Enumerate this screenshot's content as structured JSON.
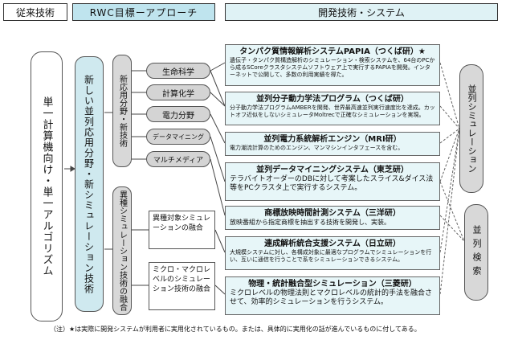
{
  "headers": {
    "conventional": "従来技術",
    "rwc": "RWC目標ーアプローチ",
    "dev": "開発技術・システム"
  },
  "conventional_box": "単一計算機向け・単一アルゴリズム",
  "rwc_main": "新しい並列応用分野・新シミュレーション技術",
  "new_field_group": "新応用分野・新技術",
  "new_fields": [
    "生命科学",
    "計算化学",
    "電力分野",
    "データマイニング",
    "マルチメディア"
  ],
  "fusion_group": "異種シミュレーション技術の融合",
  "fusion_items": [
    "異種対象シミュレーションの融合",
    "ミクロ・マクロレベルのシミュレーション技術の融合"
  ],
  "systems": [
    {
      "title": "タンパク質情報解析システムPAPIA（つくば研）",
      "star": "★",
      "desc": "遺伝子・タンパク質構造解析のシミュレーション・検索システムを、64台のPCから成るSCoreクラスタシステムソフトウェア上で実行するPAPIAを開発。インターネットで公開して、多数の利用実績を得た。"
    },
    {
      "title": "並列分子動力学法プログラム（つくば研）",
      "star": "",
      "desc": "分子動力学法プログラムAMBERを開発、世界最高速並列実行速度比を達成。カットオフ近似をしないシミュレータMoltrecで正確なシミュレーションを実現。"
    },
    {
      "title": "並列電力系統解析エンジン（MRI研）",
      "star": "",
      "desc": "電力潮流計算のためのエンジン、マンマシンインタフェースを含む。"
    },
    {
      "title": "並列データマイニングシステム（東芝研）",
      "star": "",
      "desc": "テラバイトオーダーのDBに対して考案したスライス&ダイス法等をPCクラスタ上で実行するシステム。"
    },
    {
      "title": "商標放映時間計測システム（三洋研）",
      "star": "",
      "desc": "放映番組から指定商標を抽出する技術を開発し、実装。"
    },
    {
      "title": "連成解析統合支援システム（日立研）",
      "star": "",
      "desc": "大規模システムに対し、各構成対象に最適なプログラムでシミュレーションを行い、互いに通信を行うことで系をシミュレーションできるシステム。"
    },
    {
      "title": "物理・統計融合型シミュレーション（三菱研）",
      "star": "",
      "desc": "ミクロレベルの物理法則とマクロレベルの統計的手法を融合させて、効率的シミュレーションを行うシステム。"
    }
  ],
  "right_labels": [
    "並列シミュレーション",
    "並列検索"
  ],
  "note": "（注）★は実際に開発システムが利用者に実用化されているもの。または、具体的に実用化の話が進んでいるものに付してある。"
}
